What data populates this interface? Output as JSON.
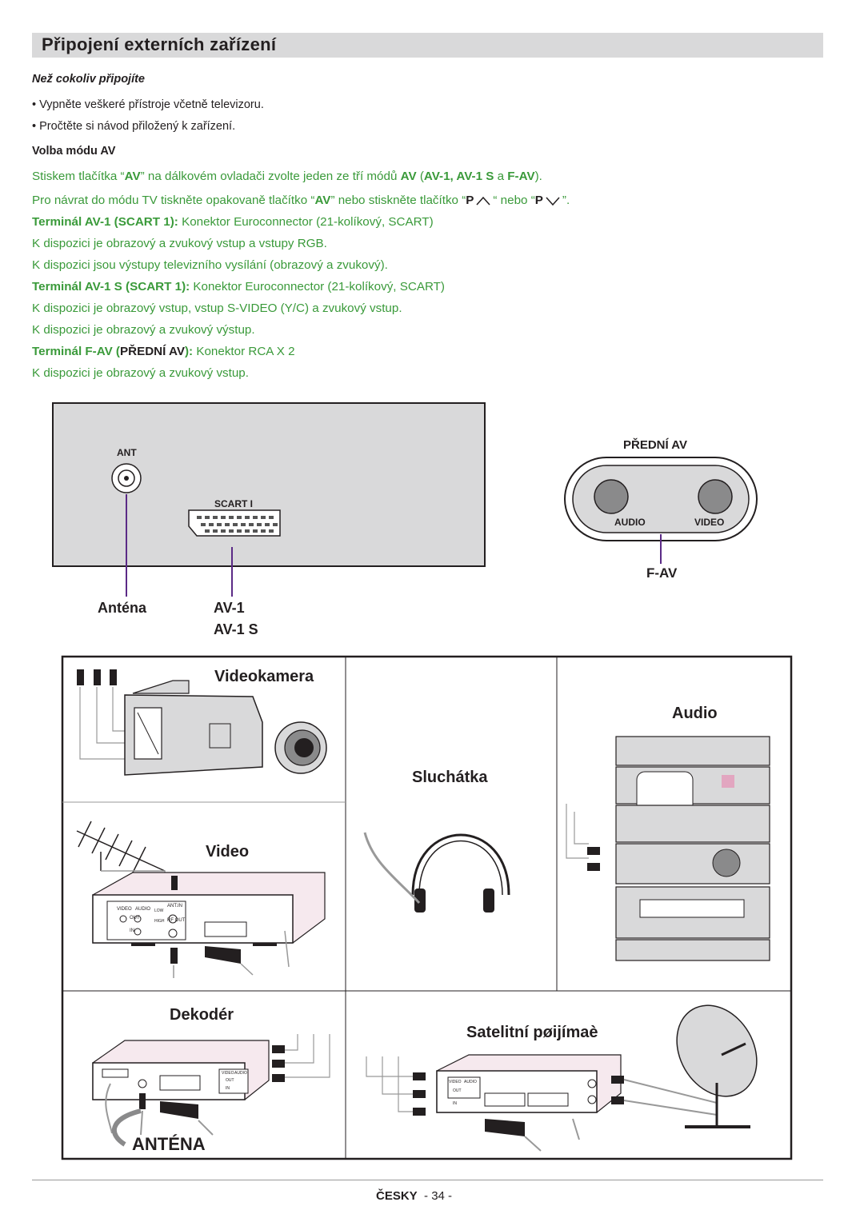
{
  "header": {
    "title": "Připojení externích zařízení"
  },
  "intro": {
    "heading": "Než cokoliv připojíte",
    "bullets": [
      "• Vypněte veškeré přístroje včetně televizoru.",
      "• Pročtěte si návod přiložený k zařízení."
    ]
  },
  "av_mode": {
    "heading": "Volba módu AV",
    "line1": {
      "a": "Stiskem tlačítka “",
      "av": "AV",
      "b": "” na dálkovém ovladači zvolte jeden ze tří módů ",
      "av2": "AV",
      "c": " (",
      "modes": "AV-1, AV-1 S",
      "d": " a ",
      "fav": "F-AV",
      "e": ")."
    },
    "line2": {
      "a": "Pro návrat do módu TV tiskněte opakovaně tlačítko “",
      "av": "AV",
      "b": "” nebo stiskněte tlačítko “",
      "p1": "P",
      "c": "“ nebo “",
      "p2": "P",
      "d": "”."
    },
    "t1_label": "Terminál AV-1 (SCART 1):",
    "t1_text": " Konektor Euroconnector (21-kolíkový, SCART)",
    "t1_l2": "K dispozici je obrazový a zvukový vstup a vstupy RGB.",
    "t1_l3": "K dispozici jsou výstupy televizního vysílání (obrazový a zvukový).",
    "t2_label": "Terminál AV-1 S (SCART 1):",
    "t2_text": " Konektor Euroconnector (21-kolíkový, SCART)",
    "t2_l2": "K dispozici je obrazový vstup, vstup S-VIDEO (Y/C) a zvukový vstup.",
    "t2_l3": "K dispozici je obrazový a zvukový výstup.",
    "t3_label_a": "Terminál F-AV (",
    "t3_label_b": "PŘEDNÍ AV",
    "t3_label_c": "):",
    "t3_text": " Konektor RCA X 2",
    "t3_l2": "K dispozici je obrazový a zvukový vstup."
  },
  "panel": {
    "ant": "ANT",
    "scart": "SCART I",
    "antena": "Anténa",
    "av1": "AV-1",
    "av1s": "AV-1 S",
    "front_title": "PŘEDNÍ AV",
    "audio": "AUDIO",
    "video": "VIDEO",
    "fav": "F-AV"
  },
  "devices": {
    "videokamera": "Videokamera",
    "audio": "Audio",
    "sluchatka": "Sluchátka",
    "video": "Video",
    "dekoder": "Dekodér",
    "satelit": "Satelitní pøijímaè",
    "antena": "ANTÉNA",
    "vcr_video": "VIDEO",
    "vcr_audio": "AUDIO",
    "vcr_antin": "ANT.IN",
    "vcr_rfout": "RF OUT",
    "vcr_out": "OUT",
    "vcr_in": "IN",
    "vcr_low": "LOW",
    "vcr_high": "HIGH",
    "dec_video": "VIDEO",
    "dec_audio": "AUDIO",
    "dec_out": "OUT",
    "dec_in": "IN",
    "sat_video": "VIDEO",
    "sat_audio": "AUDIO",
    "sat_out": "OUT",
    "sat_in": "IN"
  },
  "footer": {
    "lang": "ČESKY",
    "page": "- 34 -"
  }
}
